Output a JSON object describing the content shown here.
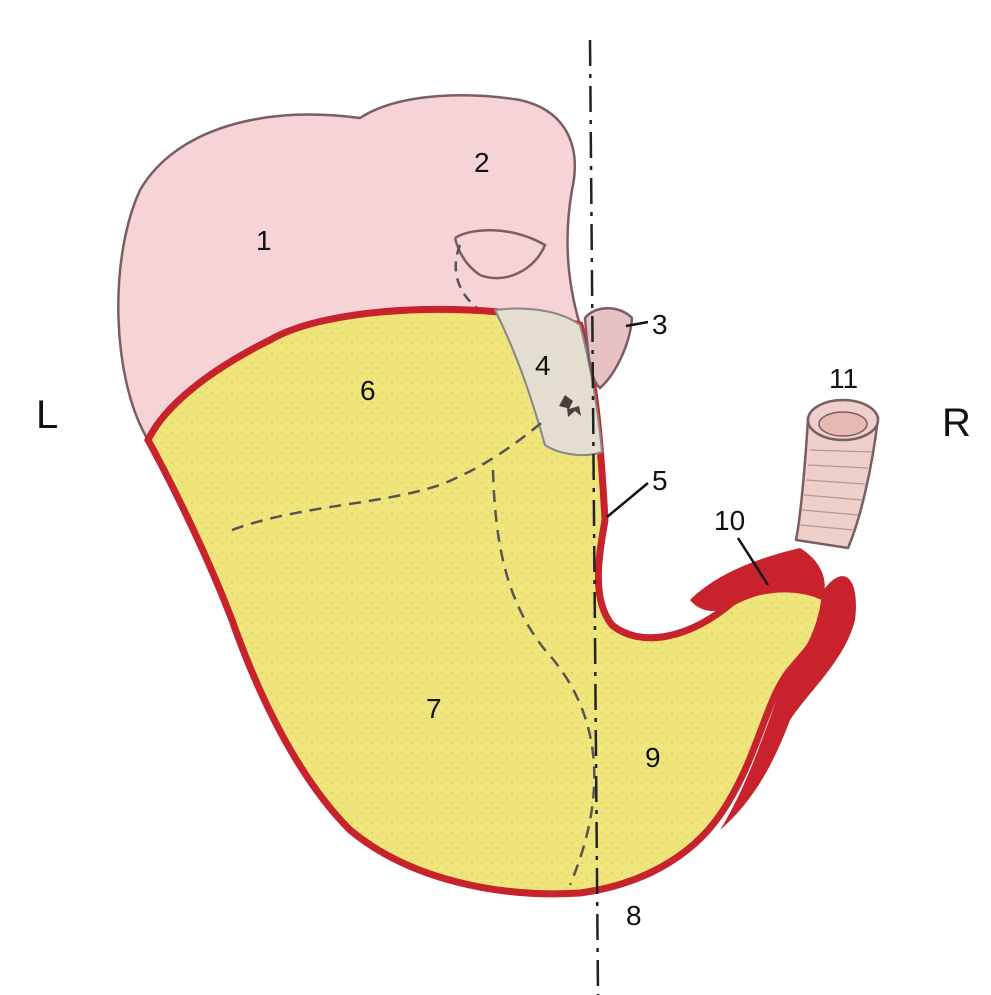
{
  "orientation": {
    "left": "L",
    "right": "R"
  },
  "labels": [
    "1",
    "2",
    "3",
    "4",
    "5",
    "6",
    "7",
    "8",
    "9",
    "10",
    "11"
  ],
  "colors": {
    "pink": "#f5d3d6",
    "yellow": "#efe57a",
    "red": "#c8232c",
    "grey": "#e3ded0",
    "tube": "#efcfca"
  }
}
